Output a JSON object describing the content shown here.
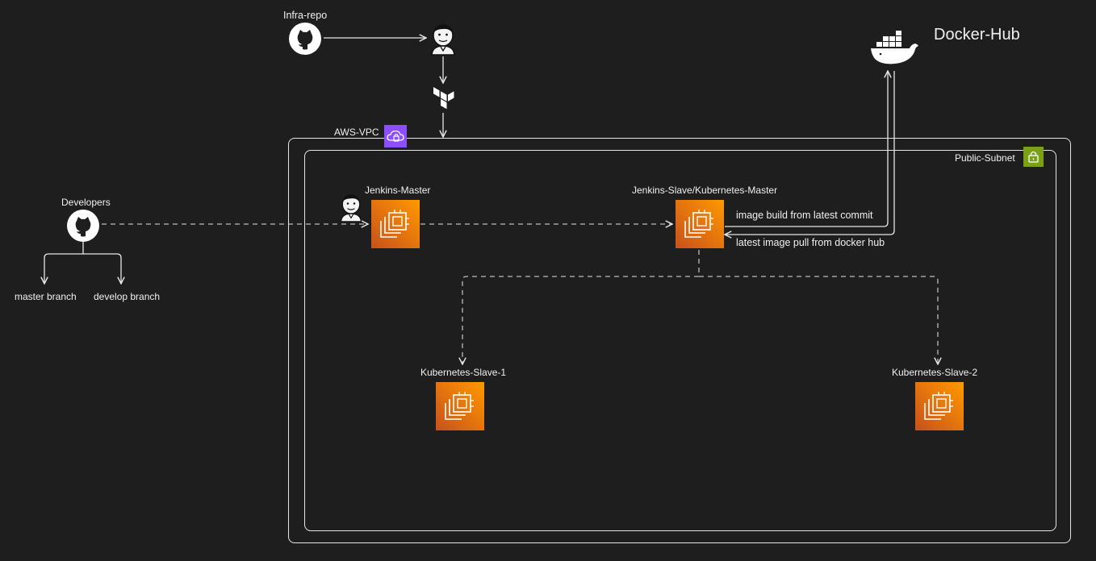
{
  "labels": {
    "infra_repo": "Infra-repo",
    "docker_hub": "Docker-Hub",
    "aws_vpc": "AWS-VPC",
    "public_subnet": "Public-Subnet",
    "developers": "Developers",
    "master_branch": "master branch",
    "develop_branch": "develop branch",
    "jenkins_master": "Jenkins-Master",
    "jenkins_slave_k8s_master": "Jenkins-Slave/Kubernetes-Master",
    "image_build": "image build from latest commit",
    "image_pull": "latest image pull from docker hub",
    "k8s_slave_1": "Kubernetes-Slave-1",
    "k8s_slave_2": "Kubernetes-Slave-2"
  },
  "colors": {
    "background": "#1e1e1e",
    "line": "#e6e6e6",
    "ec2_dark": "#c8511b",
    "ec2_light": "#ff9900",
    "vpc": "#8c4fff",
    "subnet": "#7aa116"
  },
  "icons": {
    "github": "github-icon",
    "jenkins": "jenkins-icon",
    "terraform": "terraform-icon",
    "docker": "docker-icon",
    "vpc": "vpc-cloud-icon",
    "subnet": "subnet-lock-icon",
    "ec2": "ec2-instance-icon"
  }
}
